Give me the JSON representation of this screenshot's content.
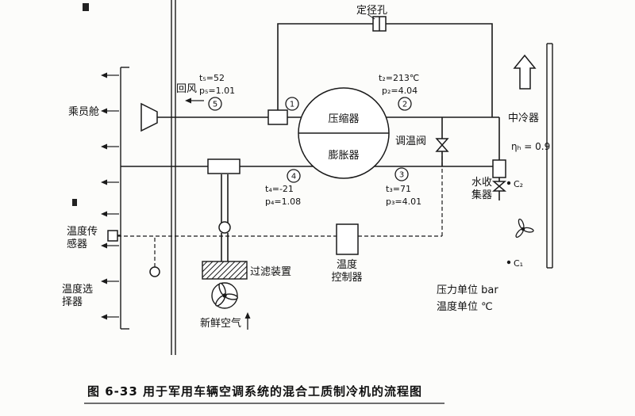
{
  "figure": {
    "caption": "图 6-33  用于军用车辆空调系统的混合工质制冷机的流程图"
  },
  "labels": {
    "orifice": "定径孔",
    "return_air": "回风",
    "crew_cabin": "乘员舱",
    "compressor": "压缩器",
    "expander": "膨胀器",
    "temp_valve": "调温阀",
    "intercooler": "中冷器",
    "intercooler_eff": "ηₕ = 0.9",
    "water_collector_line1": "水收",
    "water_collector_line2": "集器",
    "temp_sensor_line1": "温度传",
    "temp_sensor_line2": "感器",
    "temp_selector_line1": "温度选",
    "temp_selector_line2": "择器",
    "filter": "过滤装置",
    "fresh_air": "新鲜空气",
    "temp_controller_line1": "温度",
    "temp_controller_line2": "控制器",
    "pressure_unit": "压力单位 bar",
    "temperature_unit": "温度单位 ℃",
    "stream_c2": "C₂",
    "stream_c1": "C₁"
  },
  "state_points": {
    "s1": {
      "num": "1"
    },
    "s2": {
      "num": "2",
      "t": "t₂=213℃",
      "p": "p₂=4.04"
    },
    "s3": {
      "num": "3",
      "t": "t₃=71",
      "p": "p₃=4.01"
    },
    "s4": {
      "num": "4",
      "t": "t₄=-21",
      "p": "p₄=1.08"
    },
    "s5": {
      "num": "5",
      "t": "t₅=52",
      "p": "p₅=1.01"
    }
  }
}
